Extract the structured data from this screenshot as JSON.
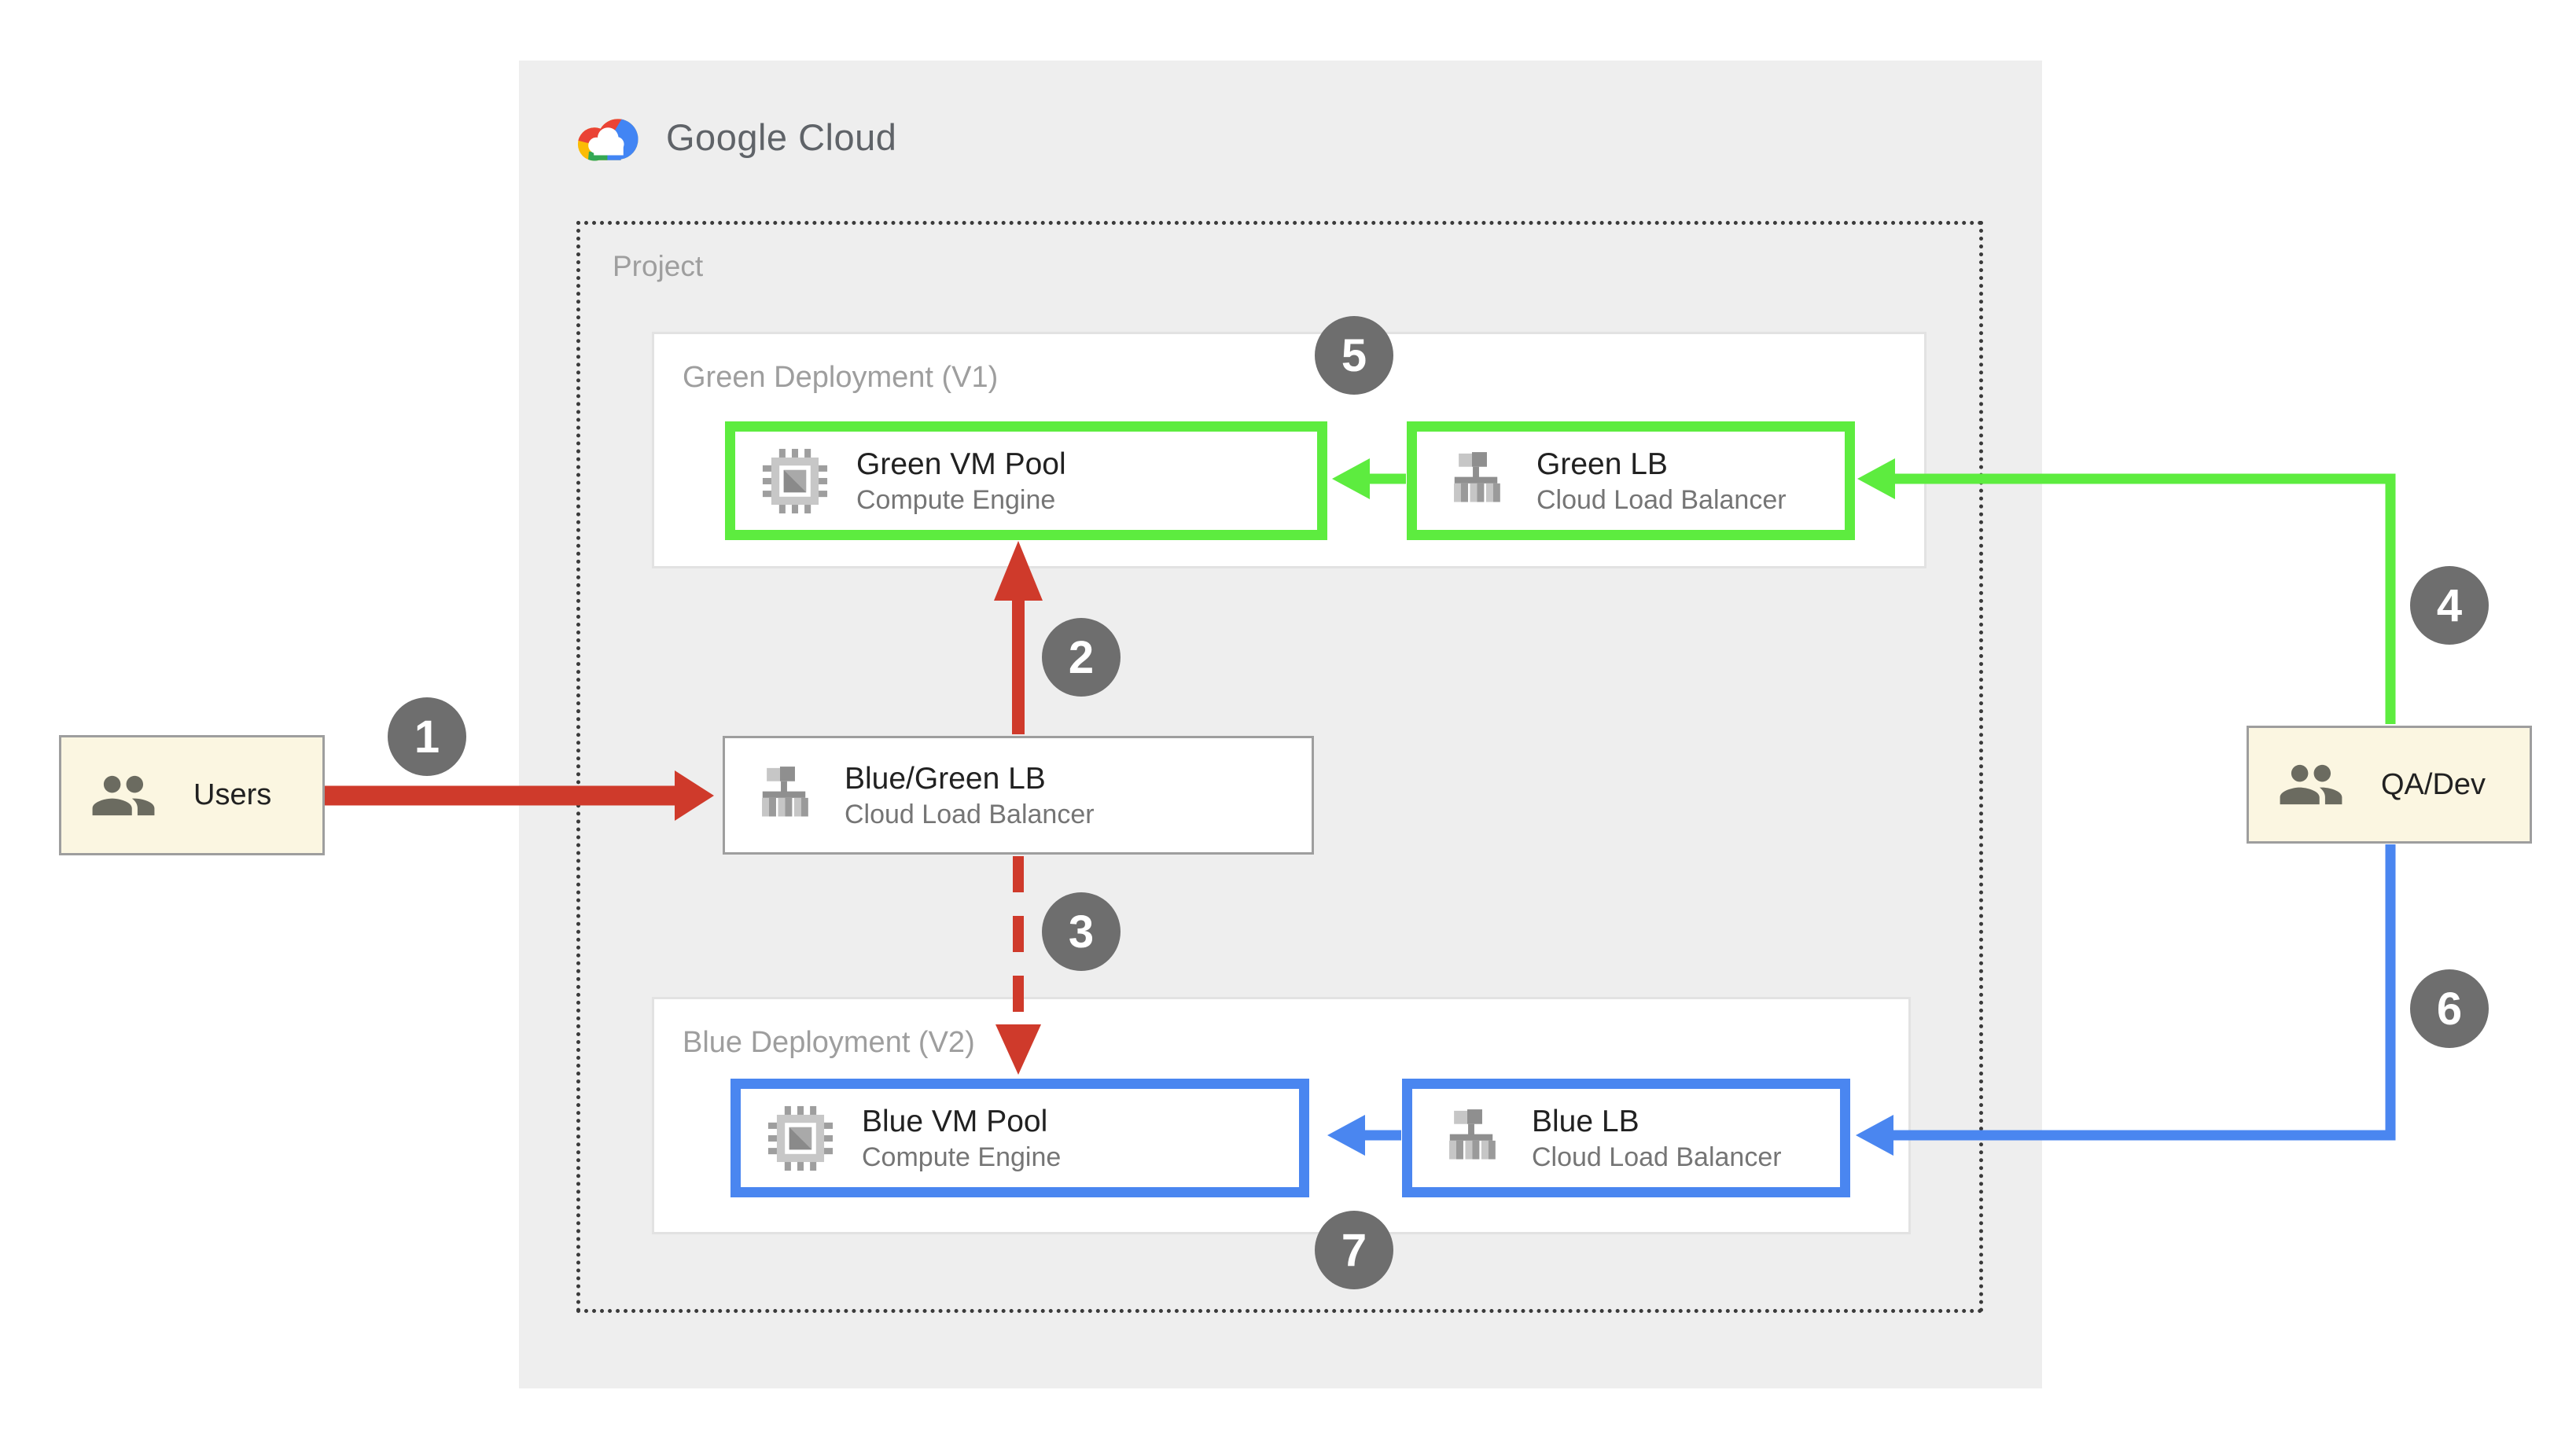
{
  "header": {
    "logo_text": "Google Cloud"
  },
  "project": {
    "label": "Project"
  },
  "deployments": {
    "green": {
      "label": "Green Deployment (V1)",
      "vm": {
        "title": "Green VM Pool",
        "subtitle": "Compute Engine"
      },
      "lb": {
        "title": "Green LB",
        "subtitle": "Cloud Load Balancer"
      }
    },
    "blue": {
      "label": "Blue Deployment (V2)",
      "vm": {
        "title": "Blue VM Pool",
        "subtitle": "Compute Engine"
      },
      "lb": {
        "title": "Blue LB",
        "subtitle": "Cloud Load Balancer"
      }
    }
  },
  "router": {
    "title": "Blue/Green LB",
    "subtitle": "Cloud Load Balancer"
  },
  "actors": {
    "users": {
      "label": "Users"
    },
    "qa": {
      "label": "QA/Dev"
    }
  },
  "steps": [
    "1",
    "2",
    "3",
    "4",
    "5",
    "6",
    "7"
  ],
  "icons": {
    "logo": "google-cloud-logo",
    "users": "users-icon",
    "vm": "compute-engine-chip-icon",
    "lb": "load-balancer-tree-icon"
  },
  "colors": {
    "green": "#5dec3f",
    "blue": "#4a86f0",
    "red": "#cf3a2b",
    "step_circle": "#6e6e6e",
    "panel": "#eeeeee",
    "actor_bg": "#fbf6e1",
    "label_gray": "#9e9e9e",
    "logo_text": "#5f6368"
  }
}
